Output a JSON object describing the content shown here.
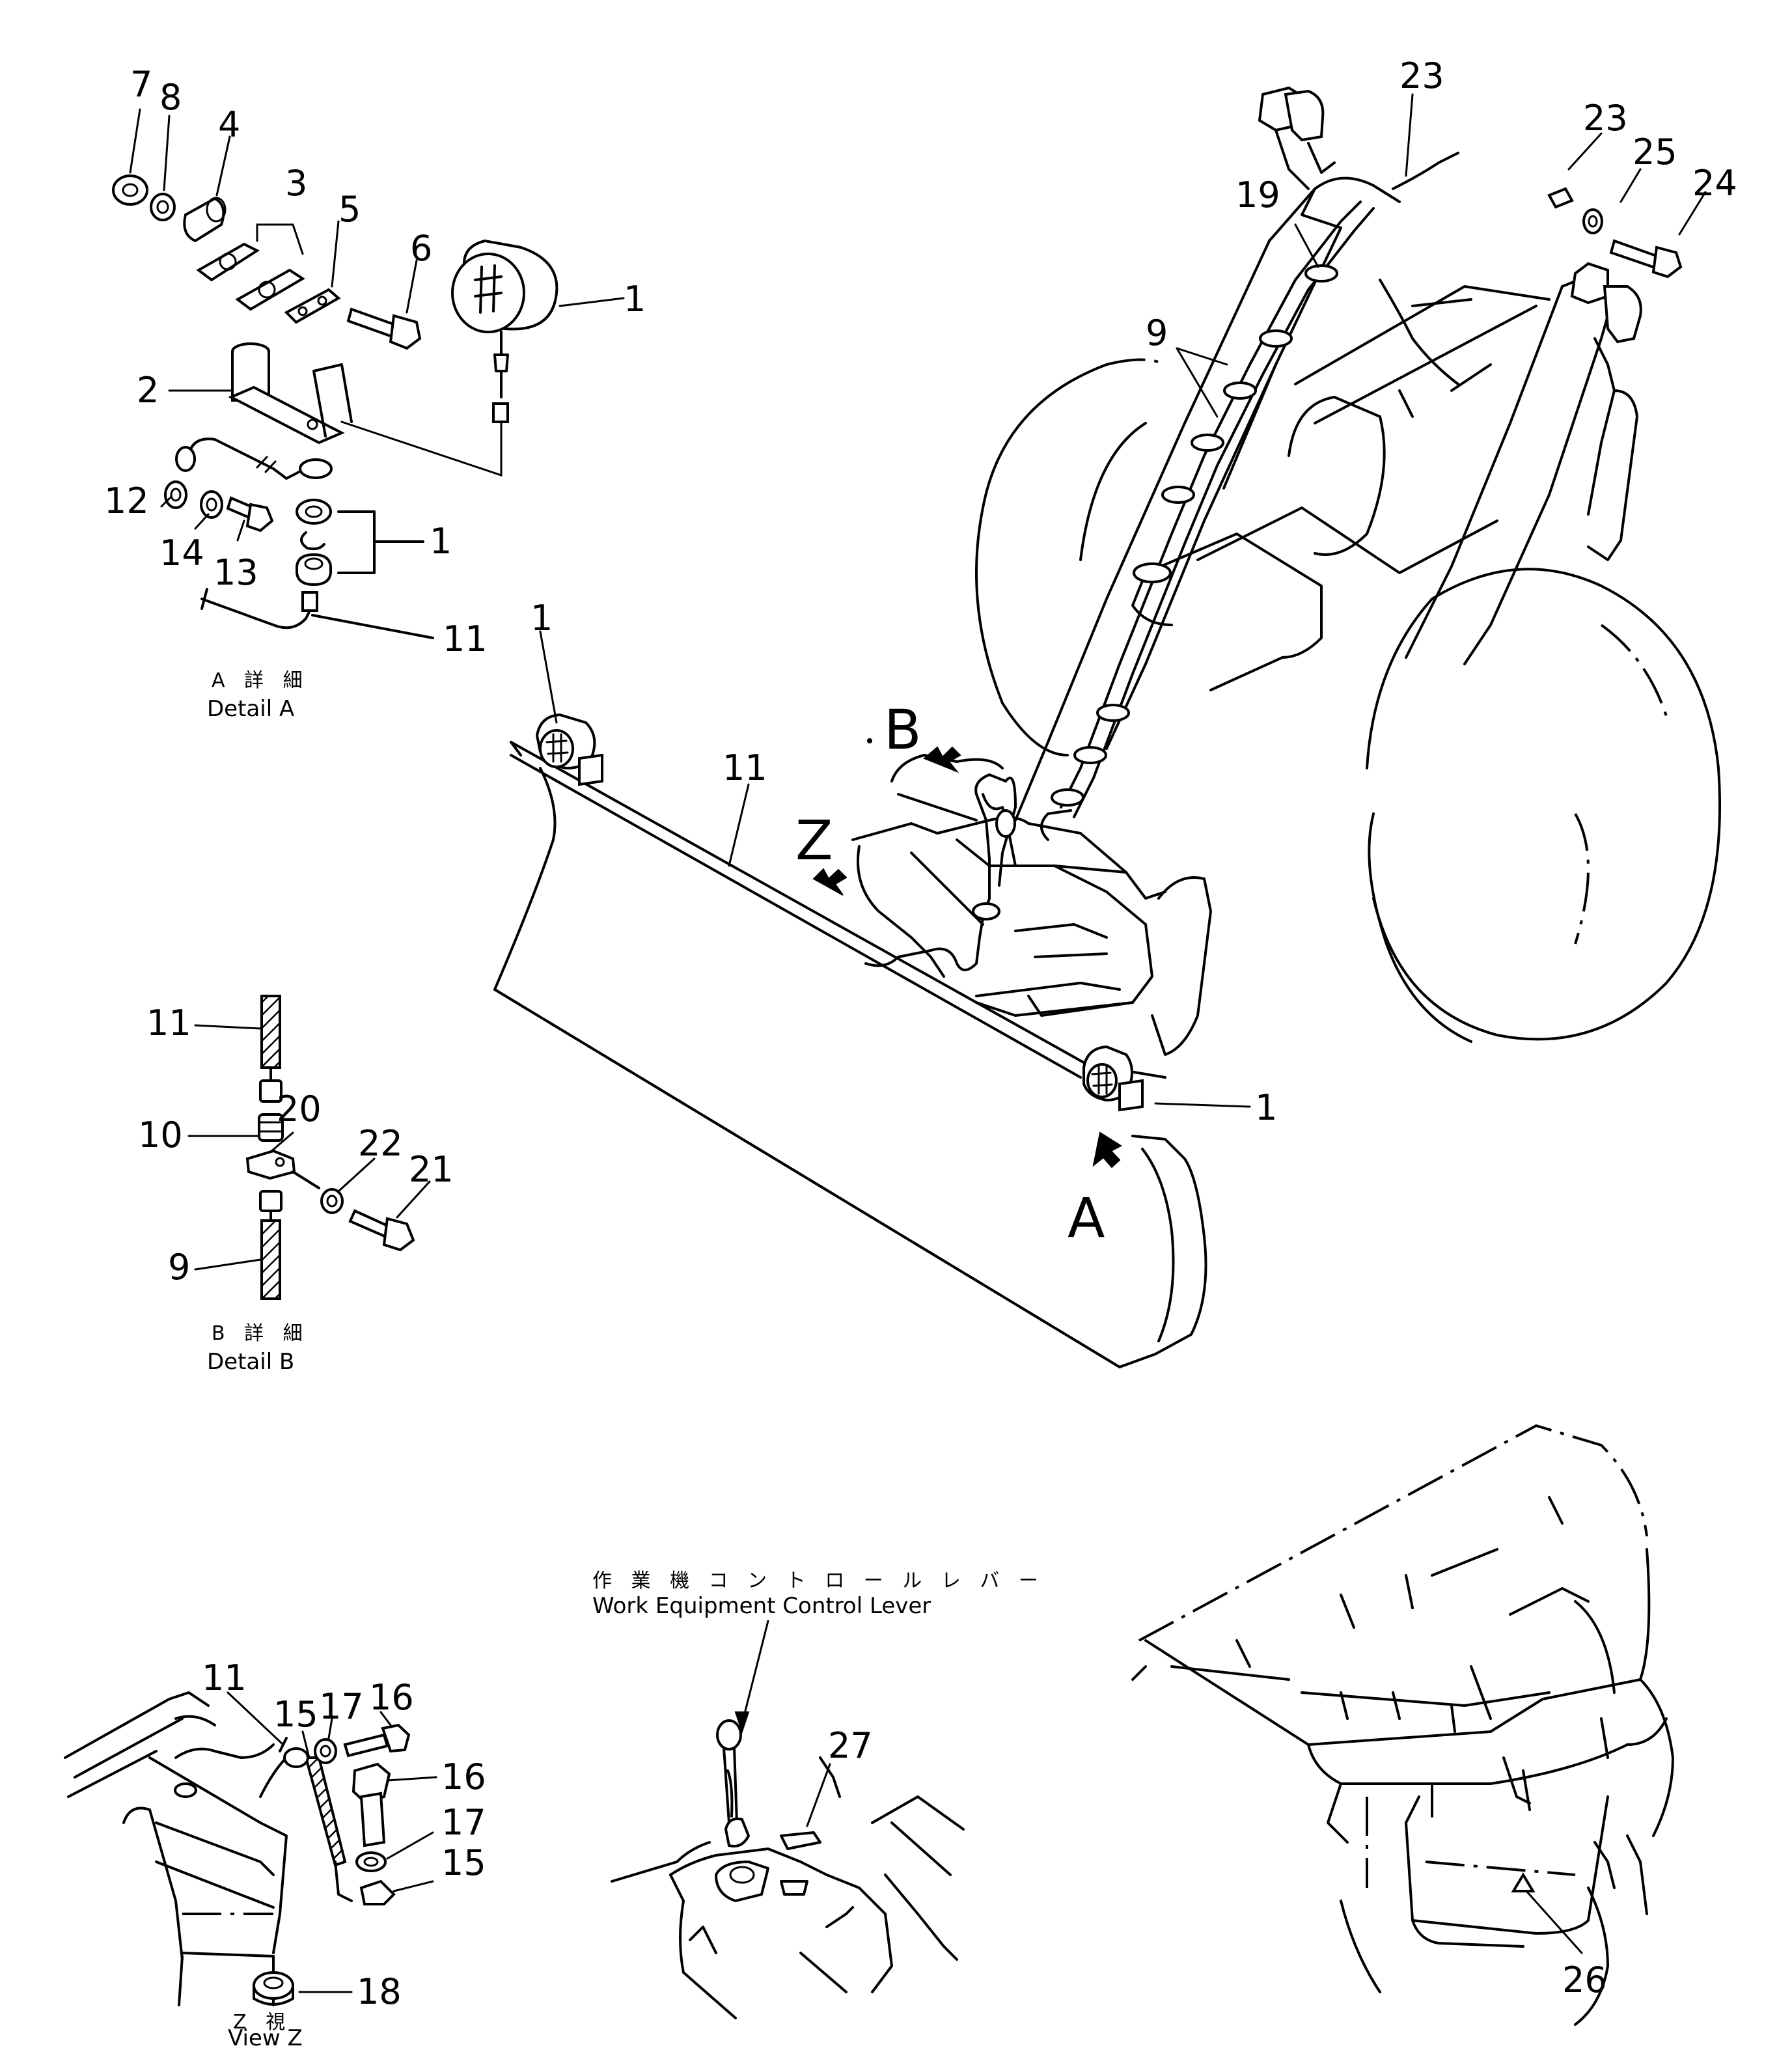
{
  "labels": {
    "p1": "1",
    "p2": "2",
    "p3": "3",
    "p4": "4",
    "p5": "5",
    "p6": "6",
    "p7": "7",
    "p8": "8",
    "p9": "9",
    "p10": "10",
    "p11": "11",
    "p12": "12",
    "p13": "13",
    "p14": "14",
    "p15": "15",
    "p16": "16",
    "p17": "17",
    "p18": "18",
    "p19": "19",
    "p20": "20",
    "p21": "21",
    "p22": "22",
    "p23": "23",
    "p24": "24",
    "p25": "25",
    "p26": "26",
    "p27": "27"
  },
  "views": {
    "A": "A",
    "B": "B",
    "Z": "Z",
    "detail_a_jp": "A 詳 細",
    "detail_a_en": "Detail  A",
    "detail_b_jp": "B 詳 細",
    "detail_b_en": "Detail  B",
    "view_z_jp": "Z 視",
    "view_z_en": "View  Z"
  },
  "lever": {
    "jp": "作 業 機 コ ン ト ロ ー ル レ バ ー",
    "en": "Work  Equipment  Control  Lever"
  }
}
